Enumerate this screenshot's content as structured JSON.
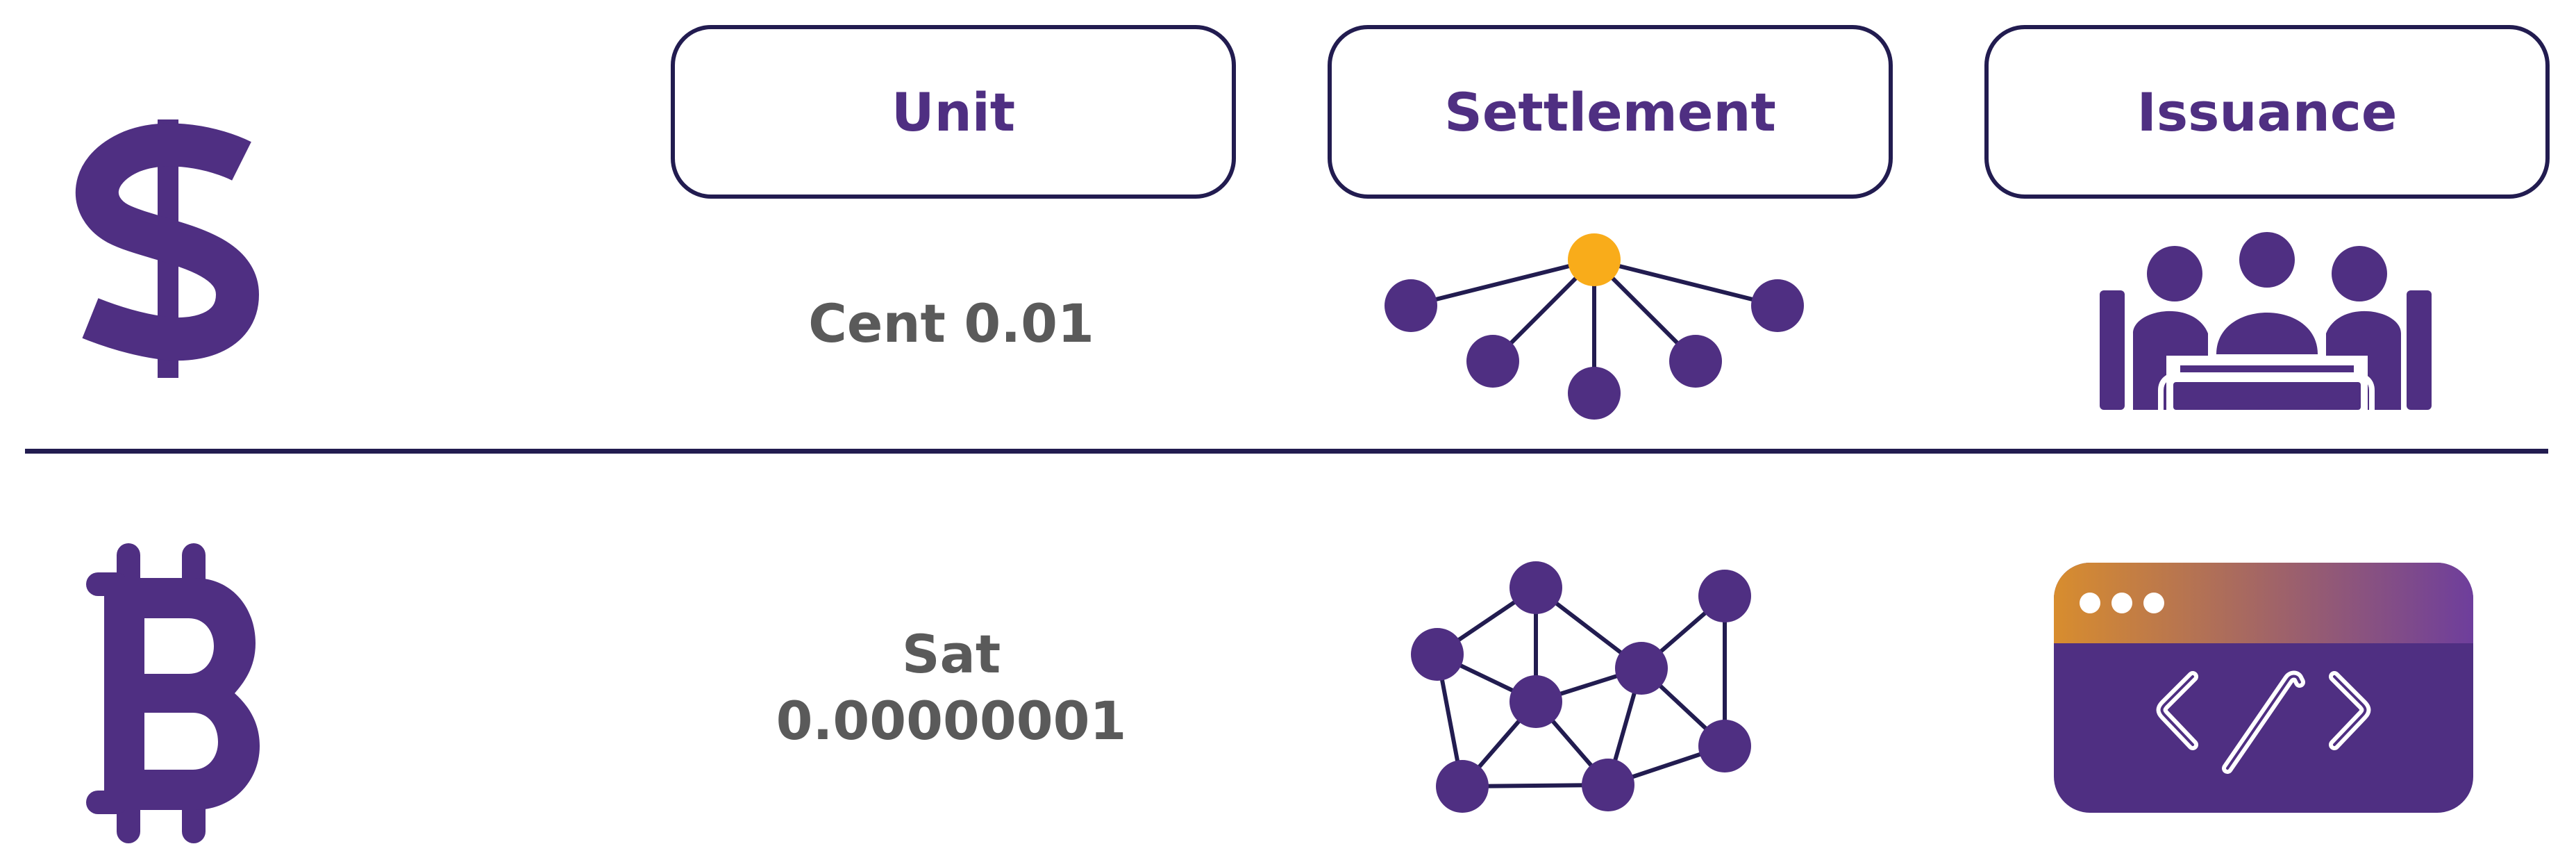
{
  "headers": {
    "unit": "Unit",
    "settlement": "Settlement",
    "issuance": "Issuance"
  },
  "rows": [
    {
      "currency_icon": "dollar-sign-icon",
      "unit_label": "Cent 0.01",
      "settlement_icon": "centralized-network-icon",
      "issuance_icon": "board-meeting-icon"
    },
    {
      "currency_icon": "bitcoin-sign-icon",
      "unit_label_line1": "Sat",
      "unit_label_line2": "0.00000001",
      "settlement_icon": "decentralized-mesh-network-icon",
      "issuance_icon": "code-window-icon"
    }
  ],
  "colors": {
    "primary_purple": "#4f2f82",
    "dark_navy": "#221c50",
    "central_node_gold": "#f9ac1a",
    "text_gray": "#5a5a5a",
    "gradient_orange": "#d88d2e",
    "gradient_purple": "#6e3e9c"
  }
}
